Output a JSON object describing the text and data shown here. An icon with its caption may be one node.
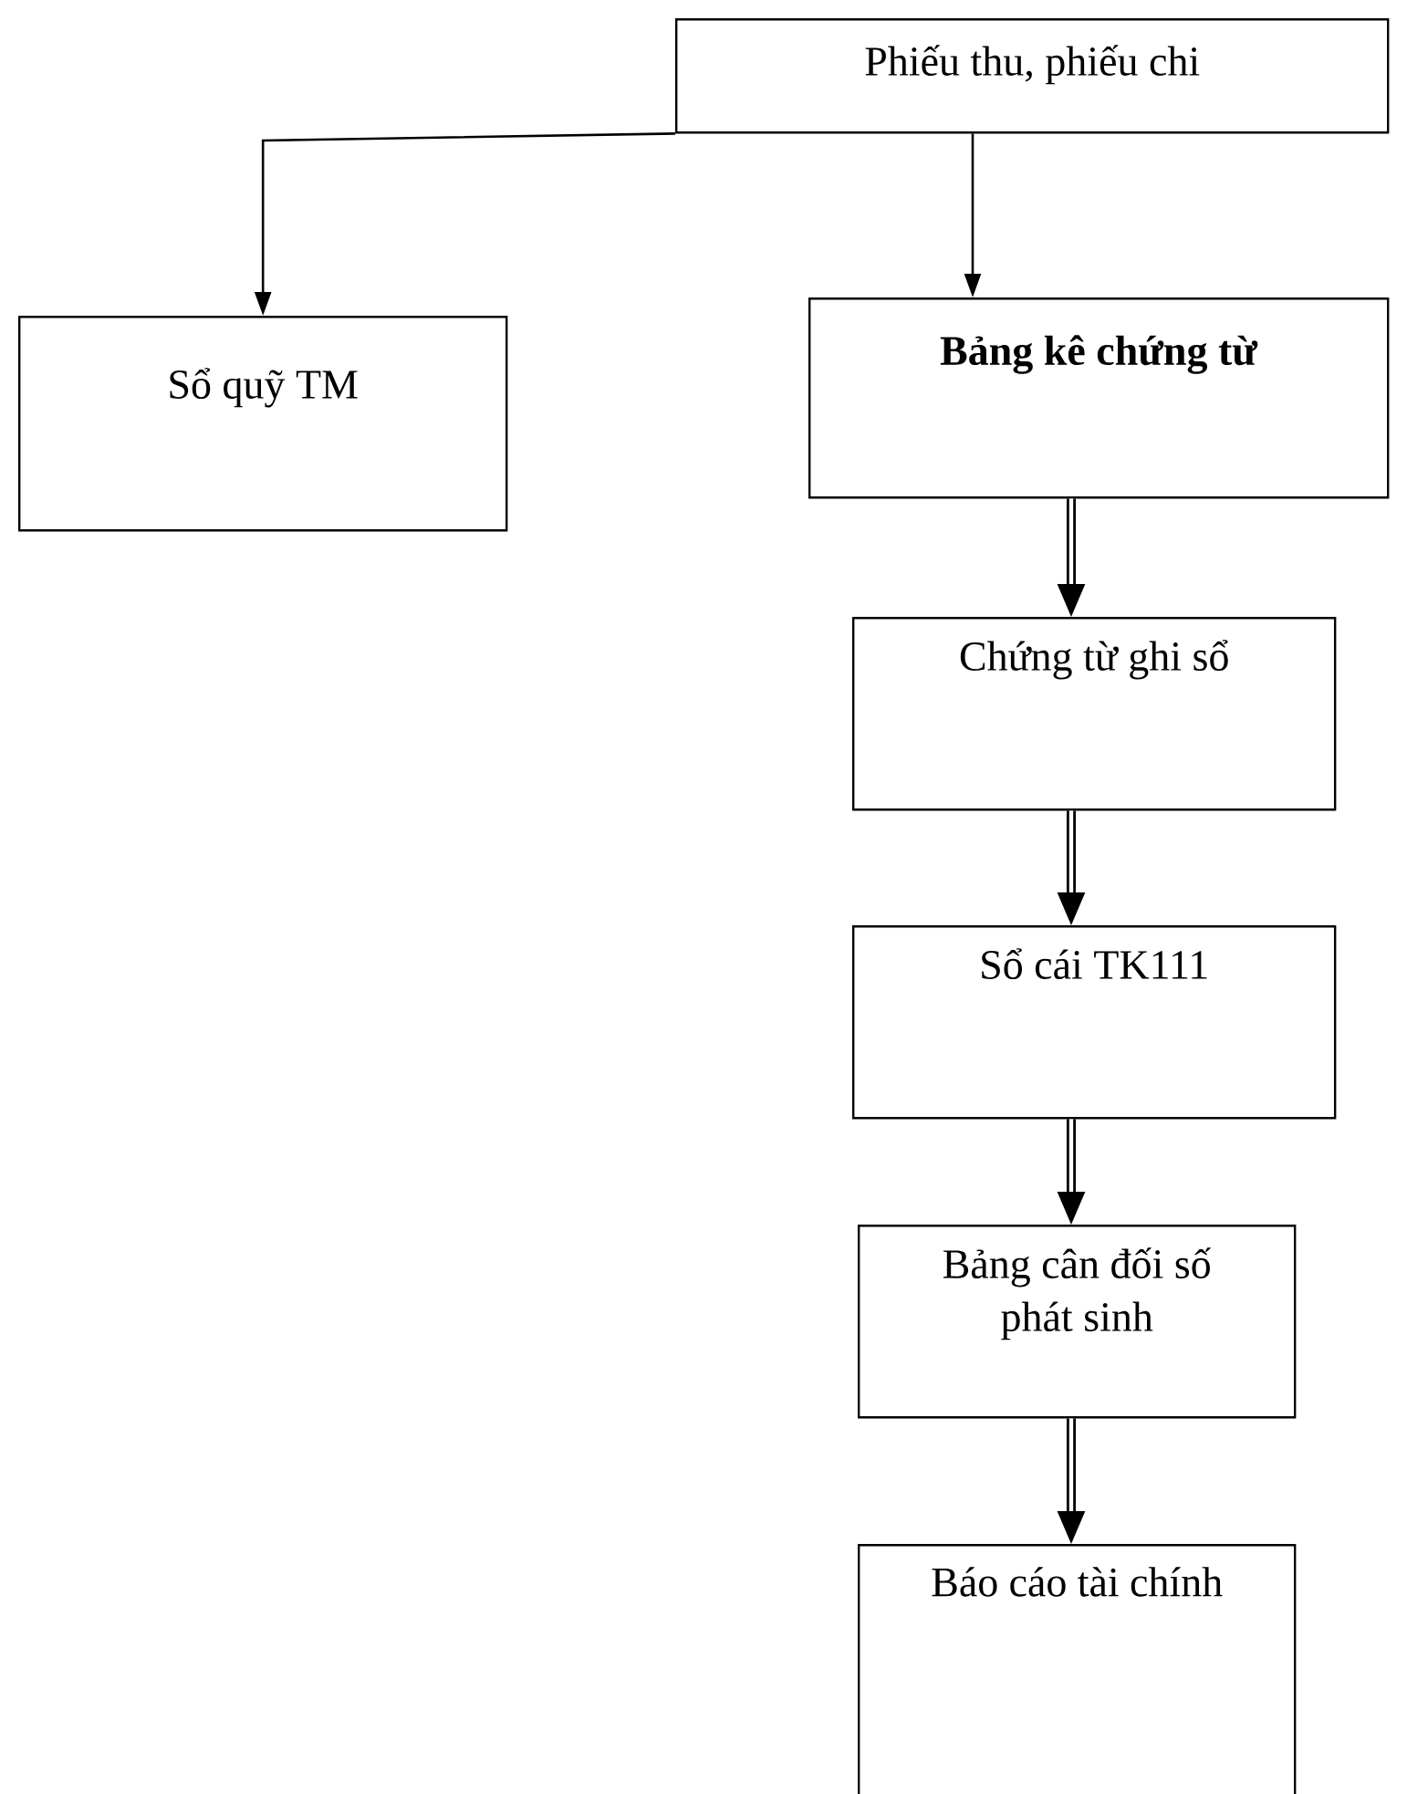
{
  "diagram": {
    "nodes": [
      {
        "text": [
          "Phiếu thu, phiếu chi"
        ]
      },
      {
        "text": [
          "Sổ quỹ TM"
        ]
      },
      {
        "text": [
          "**Bảng kê chứng từ**"
        ]
      },
      {
        "text": [
          "Chứng từ ghi sổ"
        ]
      },
      {
        "text": [
          "Sổ cái TK111"
        ]
      },
      {
        "text": [
          "Bảng cân đối số phát sinh"
        ]
      },
      {
        "text": [
          "Báo cáo tài chính"
        ]
      }
    ],
    "edges": [
      {
        "from": 0,
        "to": 1,
        "arrow": "to"
      },
      {
        "from": 0,
        "to": 2,
        "arrow": "to"
      },
      {
        "from": 2,
        "to": 3,
        "arrow": "to"
      },
      {
        "from": 3,
        "to": 4,
        "arrow": "to"
      },
      {
        "from": 4,
        "to": 5,
        "arrow": "to"
      },
      {
        "from": 5,
        "to": 6,
        "arrow": "to"
      }
    ]
  }
}
